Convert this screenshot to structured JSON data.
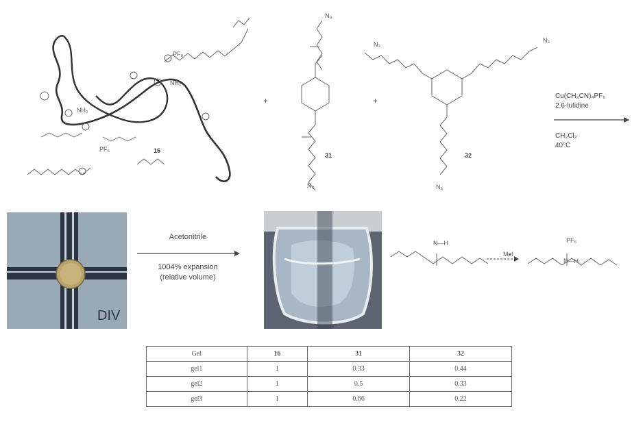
{
  "scheme": {
    "compound_labels": [
      "16",
      "31",
      "32"
    ],
    "labels_on_structures": {
      "pf6_a": "PF₆",
      "pf6_b": "PF₆",
      "nh2_a": "NH₂",
      "nh2_b": "NH₂",
      "n3_a": "N₃",
      "n3_b": "N₃",
      "n3_c": "N₃",
      "n3_d": "N₃",
      "n3_e": "N₃"
    },
    "plus_signs": [
      "+",
      "+"
    ],
    "conditions": {
      "line1": "Cu(CH₃CN)₄PF₆",
      "line2": "2,6-lutidine",
      "line3": "CH₂Cl₂",
      "line4": "40°C"
    }
  },
  "swelling": {
    "solvent": "Acetonitrile",
    "expansion_line1": "1004% expansion",
    "expansion_line2": "(relative volume)",
    "photo_text": "DIV"
  },
  "network": {
    "nh_left": "N—H",
    "reagent": "MeI",
    "nh_right": "N—H",
    "pf6": "PF₆"
  },
  "table": {
    "headers": [
      "Gel",
      "16",
      "31",
      "32"
    ],
    "rows": [
      {
        "label": "gel1",
        "values": [
          "1",
          "0.33",
          "0.44"
        ]
      },
      {
        "label": "gel2",
        "values": [
          "1",
          "0.5",
          "0.33"
        ]
      },
      {
        "label": "gel3",
        "values": [
          "1",
          "0.66",
          "0.22"
        ]
      }
    ]
  },
  "colors": {
    "line": "#555555",
    "thick_chain": "#333333",
    "photo_blue": "#9aa9b6"
  }
}
